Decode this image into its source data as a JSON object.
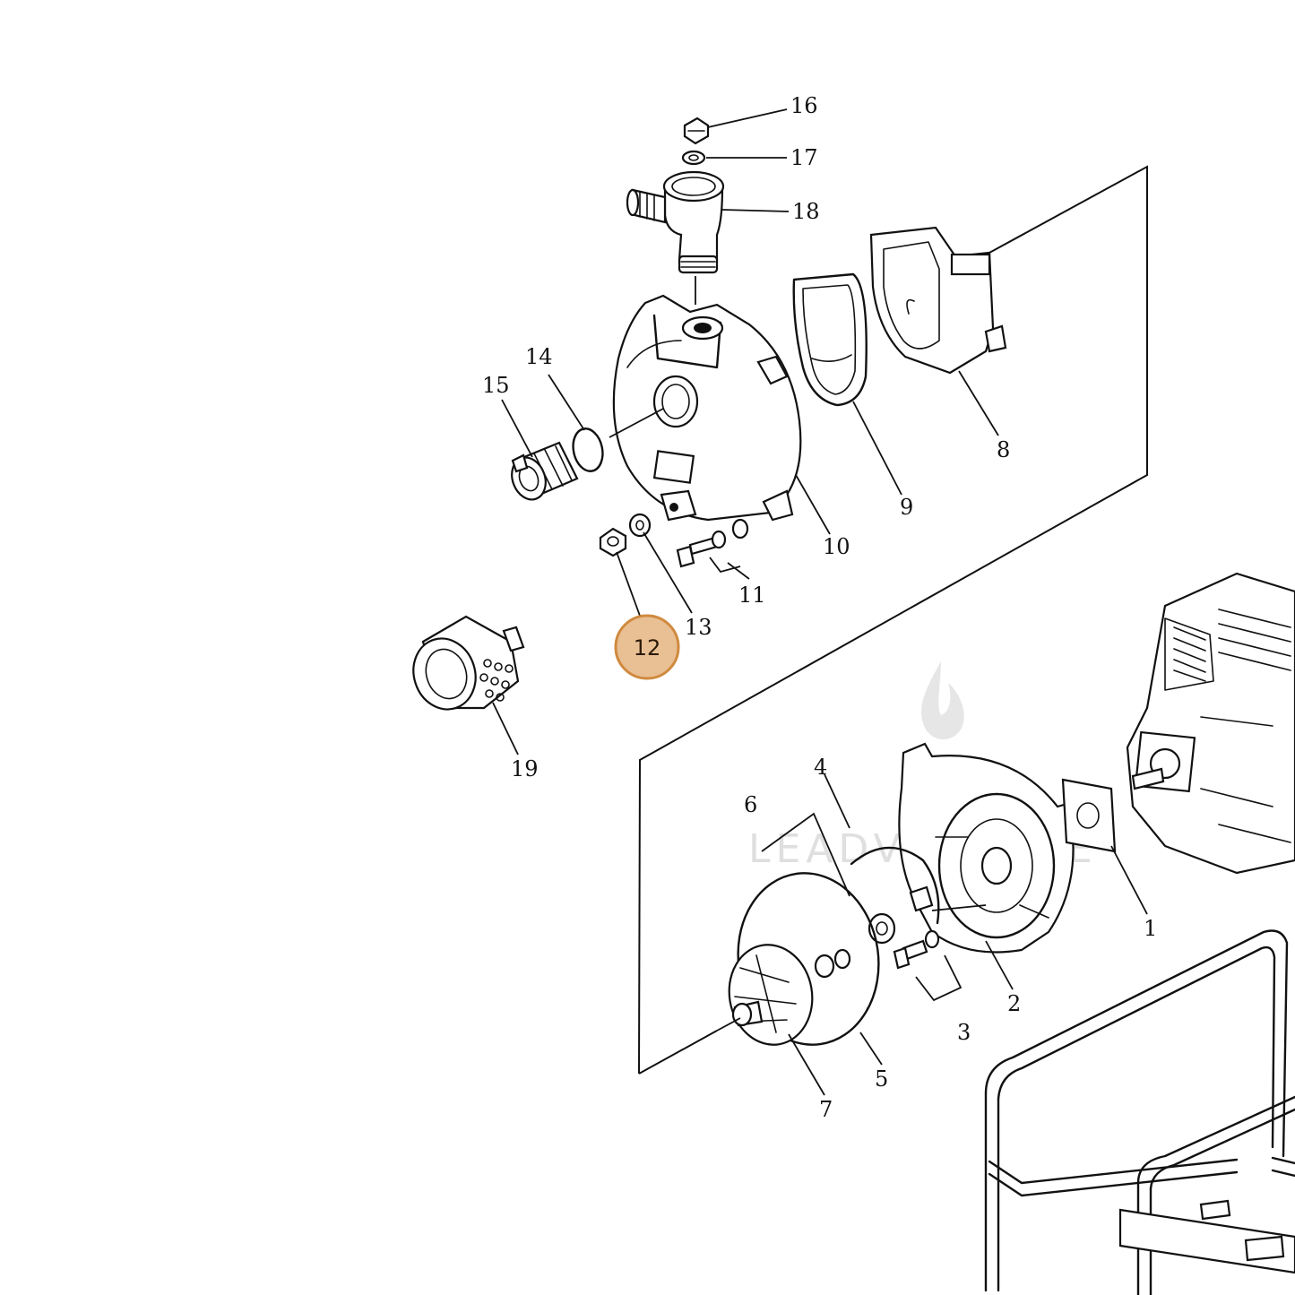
{
  "diagram": {
    "callouts": [
      {
        "label": "16"
      },
      {
        "label": "17"
      },
      {
        "label": "18"
      },
      {
        "label": "14"
      },
      {
        "label": "15"
      },
      {
        "label": "10"
      },
      {
        "label": "9"
      },
      {
        "label": "8"
      },
      {
        "label": "13"
      },
      {
        "label": "11"
      },
      {
        "label": "19"
      },
      {
        "label": "6"
      },
      {
        "label": "4"
      },
      {
        "label": "1"
      },
      {
        "label": "2"
      },
      {
        "label": "3"
      },
      {
        "label": "5"
      },
      {
        "label": "7"
      }
    ],
    "highlighted_part": "12",
    "highlight_color": "#e9bf94",
    "highlight_border_color": "#d08a3e",
    "watermark": "LEADVENTURE",
    "watermark_icon": "flame-icon"
  }
}
